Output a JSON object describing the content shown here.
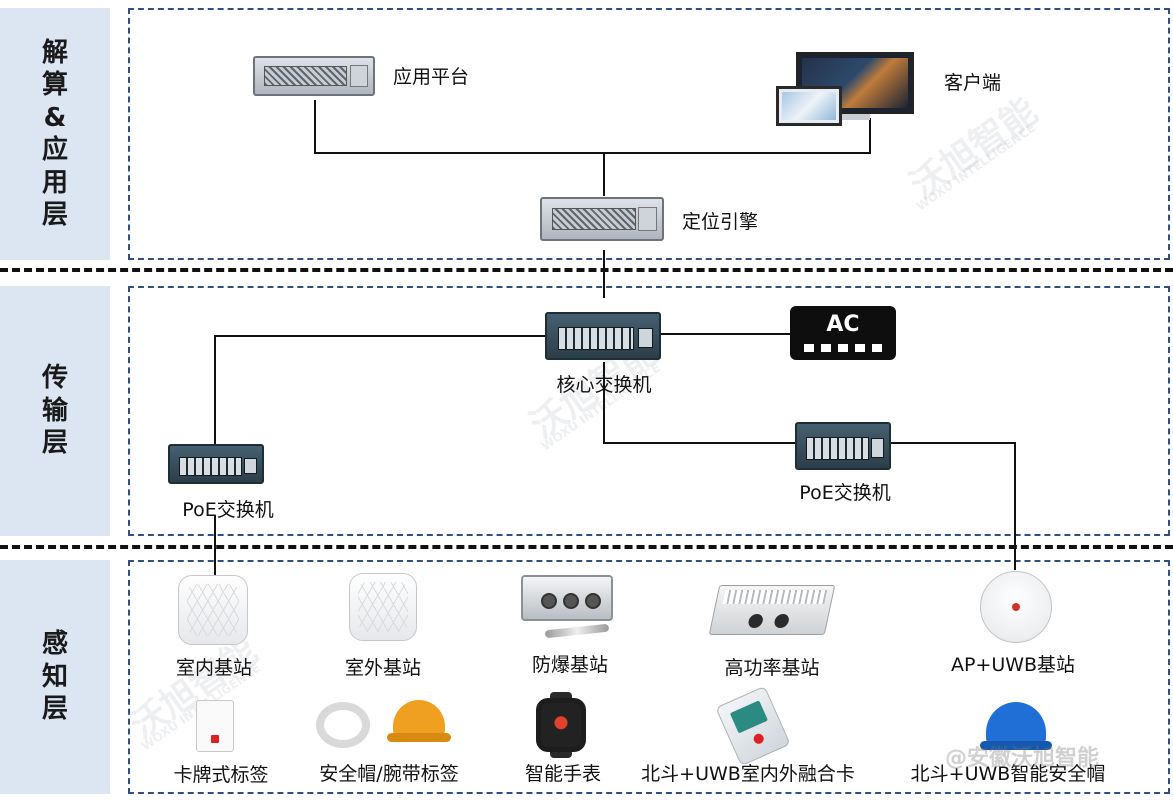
{
  "layers": {
    "compute_app": "解算&应用层",
    "transport": "传输层",
    "perception": "感知层"
  },
  "compute": {
    "app_platform": "应用平台",
    "client": "客户端",
    "positioning_engine": "定位引擎"
  },
  "transport": {
    "core_switch": "核心交换机",
    "ac": "AC",
    "poe_switch_left": "PoE交换机",
    "poe_switch_right": "PoE交换机"
  },
  "perception": {
    "indoor_bs": "室内基站",
    "outdoor_bs": "室外基站",
    "explosion_proof_bs": "防爆基站",
    "high_power_bs": "高功率基站",
    "ap_uwb_bs": "AP+UWB基站",
    "card_tag": "卡牌式标签",
    "helmet_band_tag": "安全帽/腕带标签",
    "smart_watch": "智能手表",
    "fusion_card": "北斗+UWB室内外融合卡",
    "smart_helmet": "北斗+UWB智能安全帽"
  },
  "watermarks": {
    "brand_text": "沃旭智能",
    "brand_en": "WOXU INTELLIGENCE",
    "corner_text": "@安徽沃旭智能"
  },
  "colors": {
    "layer_label_bg": "#dce6f3",
    "zone_border": "#2f4f7f",
    "helmet_orange": "#f0a020",
    "helmet_blue": "#1f6fd6"
  }
}
